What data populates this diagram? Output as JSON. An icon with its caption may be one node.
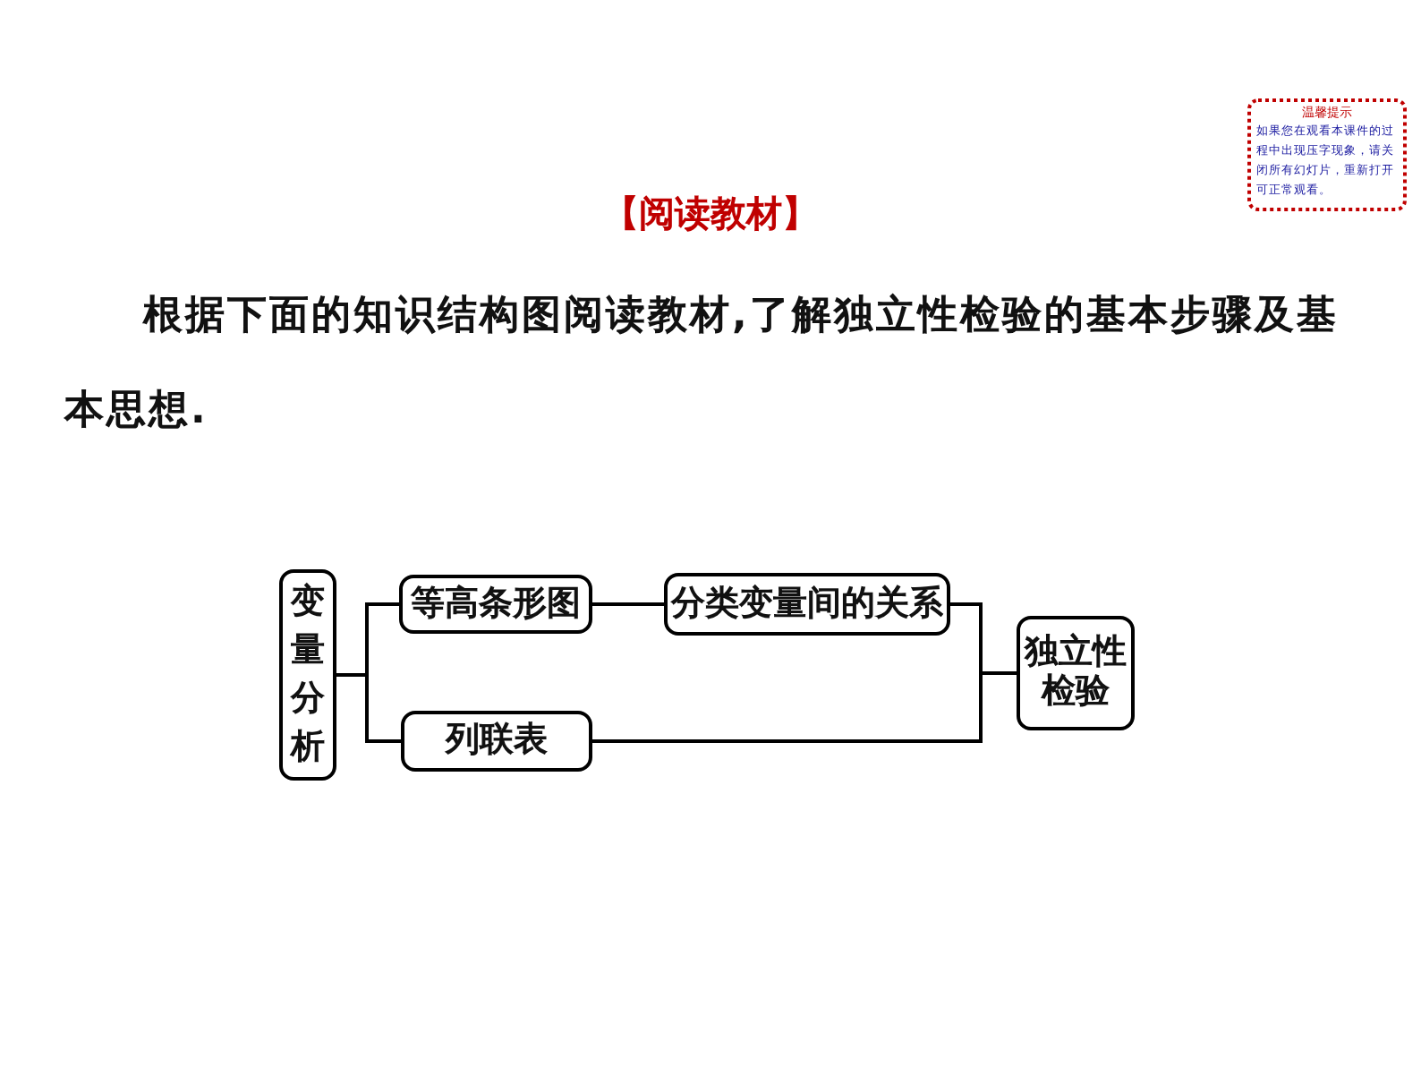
{
  "diagram": {
    "title": "【阅读教材】",
    "nodes": [
      {
        "text": [
          "变量分析"
        ]
      },
      {
        "text": [
          "等高条形图"
        ]
      },
      {
        "text": [
          "分类变量间的关系"
        ]
      },
      {
        "text": [
          "列联表"
        ]
      },
      {
        "text": [
          "独立性检验"
        ]
      },
      {
        "text": [
          "温馨提示",
          "如果您在观看本课件的过程中出现压字现象，请关闭所有幻灯片，重新打开可正常观看。"
        ]
      }
    ],
    "edges": [
      {
        "from": 0,
        "to": 1,
        "arrow": "none"
      },
      {
        "from": 0,
        "to": 3,
        "arrow": "none"
      },
      {
        "from": 1,
        "to": 2,
        "arrow": "none"
      },
      {
        "from": 2,
        "to": 4,
        "arrow": "none"
      },
      {
        "from": 3,
        "to": 4,
        "arrow": "none"
      }
    ],
    "labels": [
      "根据下面的知识结构图阅读教材,了解独立性检验的基本步骤及基本思想."
    ]
  }
}
